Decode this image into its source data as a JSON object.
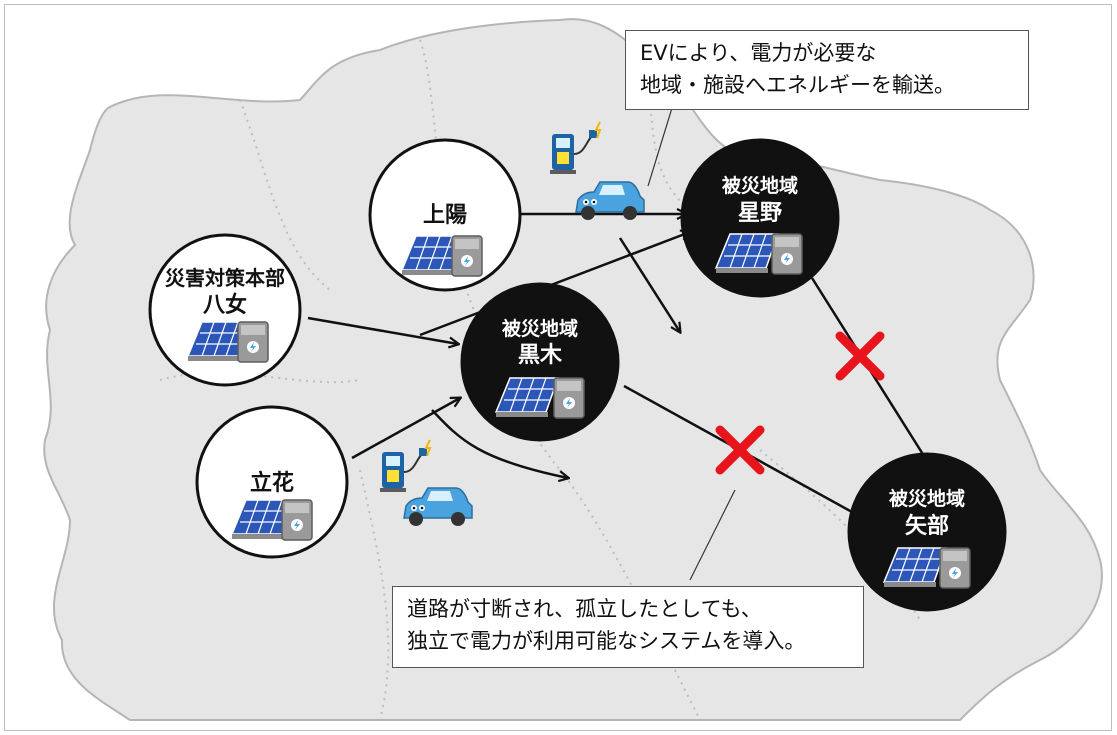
{
  "colors": {
    "map_fill": "#e6e6e6",
    "map_border": "#b5b5b5",
    "dark_node": "#111111",
    "light_node": "#ffffff",
    "arrow": "#111111",
    "cross": "#e8141c",
    "panel": "#2c56b8",
    "car": "#4aa3df"
  },
  "nodes": {
    "kamiyo": {
      "name": "上陽"
    },
    "yame": {
      "role": "災害対策本部",
      "name": "八女"
    },
    "tachibana": {
      "name": "立花"
    },
    "kuroki": {
      "role": "被災地域",
      "name": "黒木"
    },
    "hoshino": {
      "role": "被災地域",
      "name": "星野"
    },
    "yabe": {
      "role": "被災地域",
      "name": "矢部"
    }
  },
  "callouts": {
    "ev": {
      "line1": "EVにより、電力が必要な",
      "line2": "地域・施設へエネルギーを輸送。"
    },
    "independent": {
      "line1": "道路が寸断され、孤立したとしても、",
      "line2": "独立で電力が利用可能なシステムを導入。"
    }
  },
  "icons": [
    "solar-panel-icon",
    "battery-storage-icon",
    "ev-charger-icon",
    "electric-car-icon",
    "road-blocked-cross-icon"
  ]
}
